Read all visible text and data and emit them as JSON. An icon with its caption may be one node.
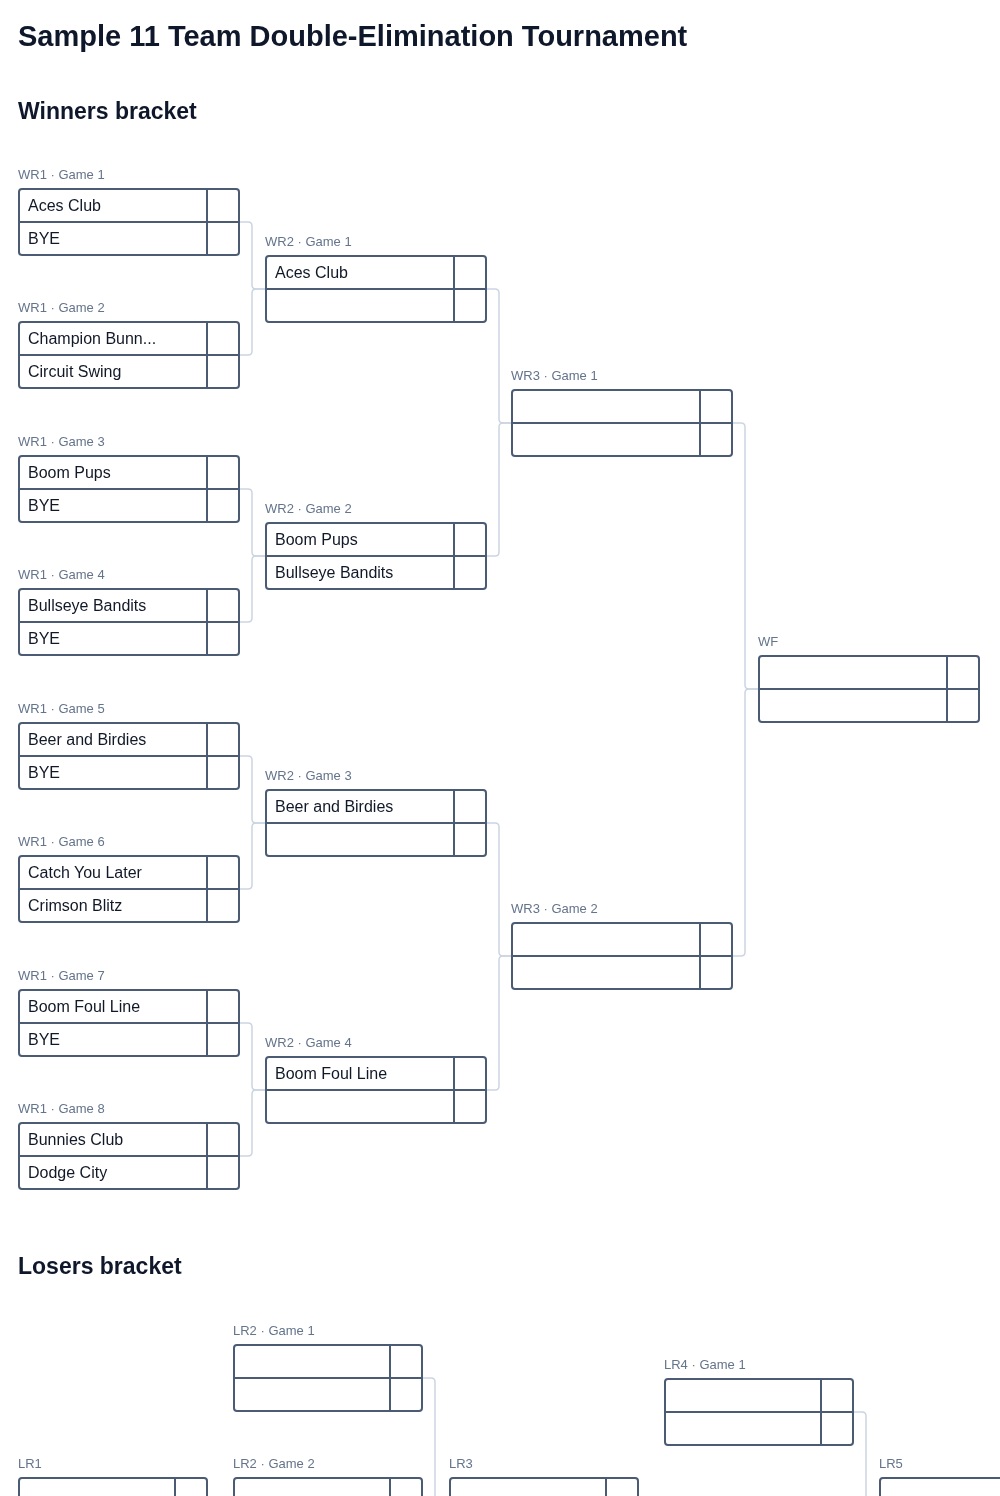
{
  "diagram": {
    "title": "Sample 11 Team Double-Elimination Tournament",
    "nodes": [
      {
        "text": [
          "WR1 · Game 1",
          "Aces Club",
          "BYE"
        ]
      },
      {
        "text": [
          "WR1 · Game 2",
          "Champion Bunn...",
          "Circuit Swing"
        ]
      },
      {
        "text": [
          "WR1 · Game 3",
          "Boom Pups",
          "BYE"
        ]
      },
      {
        "text": [
          "WR1 · Game 4",
          "Bullseye Bandits",
          "BYE"
        ]
      },
      {
        "text": [
          "WR1 · Game 5",
          "Beer and Birdies",
          "BYE"
        ]
      },
      {
        "text": [
          "WR1 · Game 6",
          "Catch You Later",
          "Crimson Blitz"
        ]
      },
      {
        "text": [
          "WR1 · Game 7",
          "Boom Foul Line",
          "BYE"
        ]
      },
      {
        "text": [
          "WR1 · Game 8",
          "Bunnies Club",
          "Dodge City"
        ]
      },
      {
        "text": [
          "WR2 · Game 1",
          "Aces Club"
        ]
      },
      {
        "text": [
          "WR2 · Game 2",
          "Boom Pups",
          "Bullseye Bandits"
        ]
      },
      {
        "text": [
          "WR2 · Game 3",
          "Beer and Birdies"
        ]
      },
      {
        "text": [
          "WR2 · Game 4",
          "Boom Foul Line"
        ]
      },
      {
        "text": [
          "WR3 · Game 1"
        ]
      },
      {
        "text": [
          "WR3 · Game 2"
        ]
      },
      {
        "text": [
          "WF"
        ]
      },
      {
        "text": [
          "LR2 · Game 1"
        ]
      },
      {
        "text": [
          "LR4 · Game 1"
        ]
      },
      {
        "text": [
          "LR1"
        ]
      },
      {
        "text": [
          "LR2 · Game 2"
        ]
      },
      {
        "text": [
          "LR3"
        ]
      },
      {
        "text": [
          "LR5"
        ]
      }
    ],
    "edges": [
      {
        "from": 0,
        "to": 8,
        "arrow": "none"
      },
      {
        "from": 1,
        "to": 8,
        "arrow": "none"
      },
      {
        "from": 2,
        "to": 9,
        "arrow": "none"
      },
      {
        "from": 3,
        "to": 9,
        "arrow": "none"
      },
      {
        "from": 4,
        "to": 10,
        "arrow": "none"
      },
      {
        "from": 5,
        "to": 10,
        "arrow": "none"
      },
      {
        "from": 6,
        "to": 11,
        "arrow": "none"
      },
      {
        "from": 7,
        "to": 11,
        "arrow": "none"
      },
      {
        "from": 8,
        "to": 12,
        "arrow": "none"
      },
      {
        "from": 9,
        "to": 12,
        "arrow": "none"
      },
      {
        "from": 10,
        "to": 13,
        "arrow": "none"
      },
      {
        "from": 11,
        "to": 13,
        "arrow": "none"
      },
      {
        "from": 12,
        "to": 14,
        "arrow": "none"
      },
      {
        "from": 13,
        "to": 14,
        "arrow": "none"
      },
      {
        "from": 15,
        "to": 19,
        "arrow": "none"
      },
      {
        "from": 16,
        "to": 20,
        "arrow": "none"
      }
    ],
    "labels": [
      "Winners bracket",
      "Losers bracket"
    ]
  }
}
